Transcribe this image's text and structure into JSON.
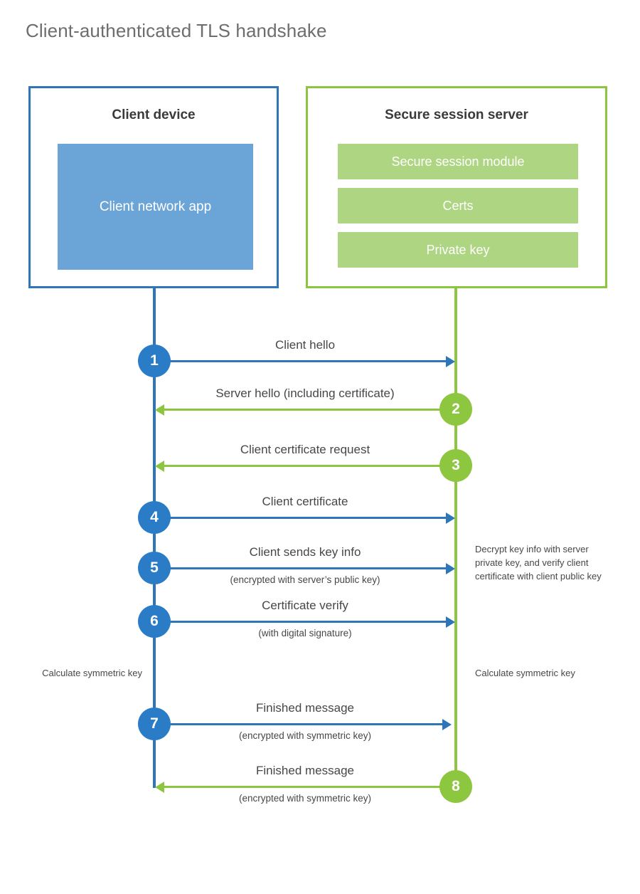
{
  "title": "Client-authenticated TLS handshake",
  "actors": {
    "client": {
      "title": "Client device",
      "app_label": "Client network app"
    },
    "server": {
      "title": "Secure session server",
      "modules": [
        {
          "label": "Secure session module"
        },
        {
          "label": "Certs"
        },
        {
          "label": "Private key"
        }
      ]
    }
  },
  "steps": [
    {
      "num": "1",
      "label": "Client hello",
      "sub": "",
      "dir": "ltr"
    },
    {
      "num": "2",
      "label": "Server hello (including certificate)",
      "sub": "",
      "dir": "rtl"
    },
    {
      "num": "3",
      "label": "Client certificate request",
      "sub": "",
      "dir": "rtl"
    },
    {
      "num": "4",
      "label": "Client certificate",
      "sub": "",
      "dir": "ltr"
    },
    {
      "num": "5",
      "label": "Client sends key info",
      "sub": "(encrypted with server’s public key)",
      "dir": "ltr"
    },
    {
      "num": "6",
      "label": "Certificate verify",
      "sub": "(with digital signature)",
      "dir": "ltr"
    },
    {
      "num": "7",
      "label": "Finished message",
      "sub": "(encrypted with symmetric key)",
      "dir": "ltr"
    },
    {
      "num": "8",
      "label": "Finished message",
      "sub": "(encrypted with symmetric key)",
      "dir": "rtl"
    }
  ],
  "notes": {
    "decrypt": "Decrypt key info with server private key, and verify client certificate with client public key",
    "calculate_symmetric_key_client": "Calculate symmetric key",
    "calculate_symmetric_key_server": "Calculate symmetric key"
  },
  "colors": {
    "client_accent": "#2f76b8",
    "client_circle": "#2a7cc7",
    "client_app_fill": "#6ba5d7",
    "server_accent": "#8cc63e",
    "server_circle": "#8dc63f",
    "server_module_fill": "#aed581",
    "title_text": "#6d6d6d",
    "body_text": "#474747"
  }
}
